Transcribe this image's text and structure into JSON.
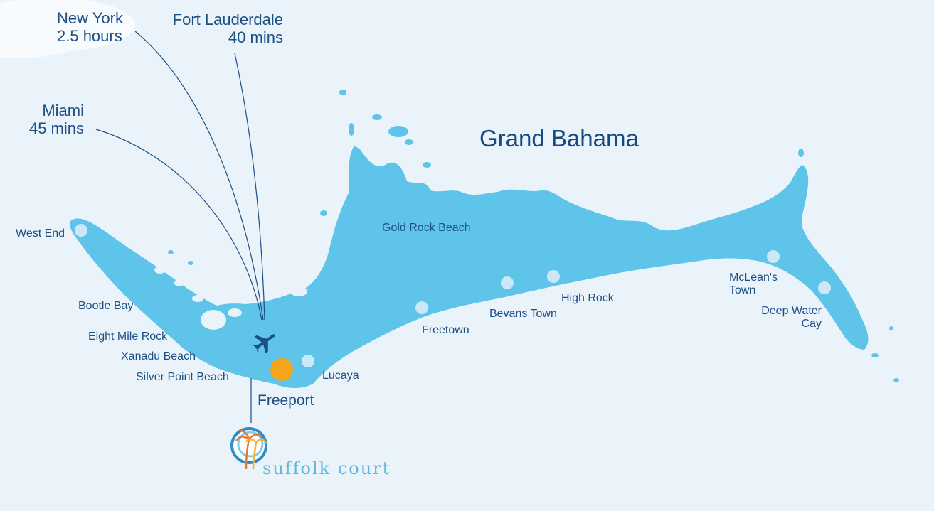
{
  "map": {
    "title": "Grand Bahama",
    "colors": {
      "sea": "#eaf3fa",
      "land": "#5ec4ea",
      "text": "#1d4f86",
      "marker": "#d6ecf8",
      "resort": "#f5a51b"
    }
  },
  "routes": [
    {
      "origin": "New York",
      "time": "2.5 hours"
    },
    {
      "origin": "Fort Lauderdale",
      "time": "40 mins"
    },
    {
      "origin": "Miami",
      "time": "45 mins"
    }
  ],
  "places": {
    "west_end": "West End",
    "bootle_bay": "Bootle Bay",
    "eight_mile_rock": "Eight Mile Rock",
    "xanadu_beach": "Xanadu Beach",
    "silver_point_beach": "Silver Point Beach",
    "lucaya": "Lucaya",
    "gold_rock_beach": "Gold Rock Beach",
    "freetown": "Freetown",
    "bevans_town": "Bevans Town",
    "high_rock": "High Rock",
    "mcleans_town": "McLean's Town",
    "deep_water_cay": "Deep Water Cay"
  },
  "hub": {
    "name": "Freeport",
    "airport_icon": "airplane-icon",
    "resort_icon": "resort-dot-icon"
  },
  "brand": {
    "name": "suffolk court",
    "logo_icon": "palm-tree-logo-icon"
  }
}
